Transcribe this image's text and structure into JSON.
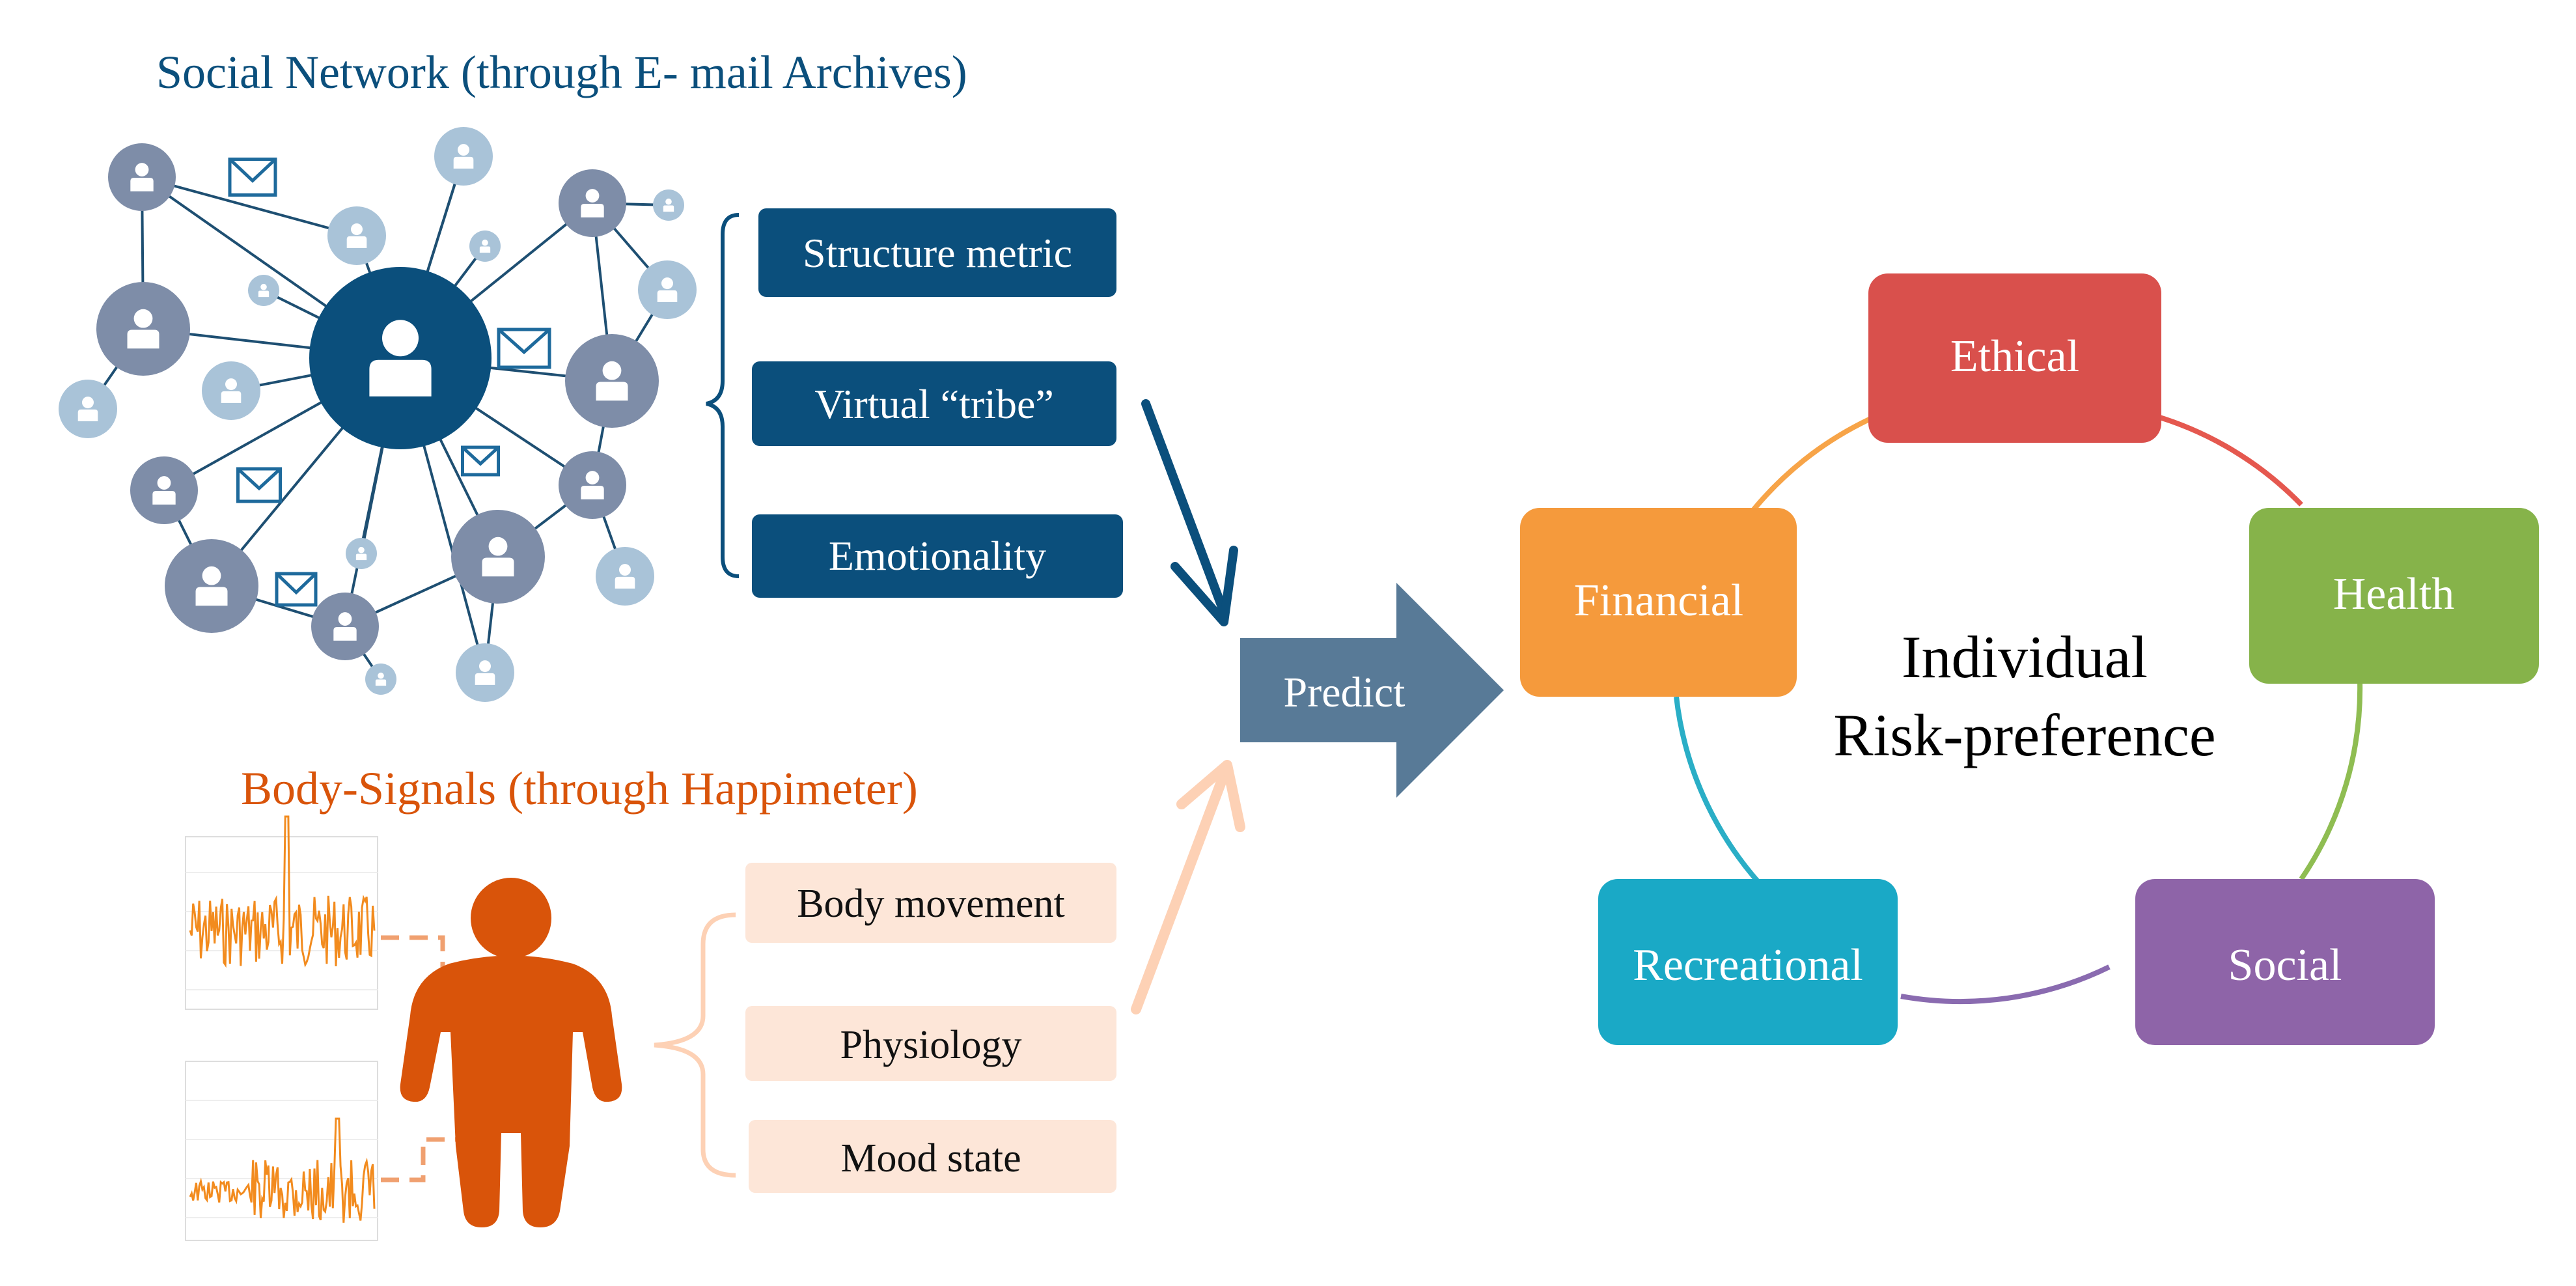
{
  "social": {
    "title": "Social Network (through E- mail Archives)",
    "features": [
      "Structure metric",
      "Virtual “tribe”",
      "Emotionality"
    ],
    "color": "#0b4f7c"
  },
  "body": {
    "title": "Body-Signals (through Happimeter)",
    "features": [
      "Body movement",
      "Physiology",
      "Mood state"
    ],
    "color": "#d9540a",
    "box_color": "#fde6d8"
  },
  "predict": {
    "label": "Predict",
    "color": "#587a97"
  },
  "cycle": {
    "center_line1": "Individual",
    "center_line2": "Risk-preference",
    "domains": [
      {
        "label": "Ethical",
        "color": "#d9504c"
      },
      {
        "label": "Health",
        "color": "#86b34a"
      },
      {
        "label": "Social",
        "color": "#8e64a8"
      },
      {
        "label": "Recreational",
        "color": "#1aa9c6"
      },
      {
        "label": "Financial",
        "color": "#f59a3c"
      }
    ]
  },
  "icons": {
    "network_node": "person-icon",
    "network_message": "envelope-icon",
    "body_figure": "person-silhouette-icon",
    "signal_plot": "line-plot-icon"
  }
}
